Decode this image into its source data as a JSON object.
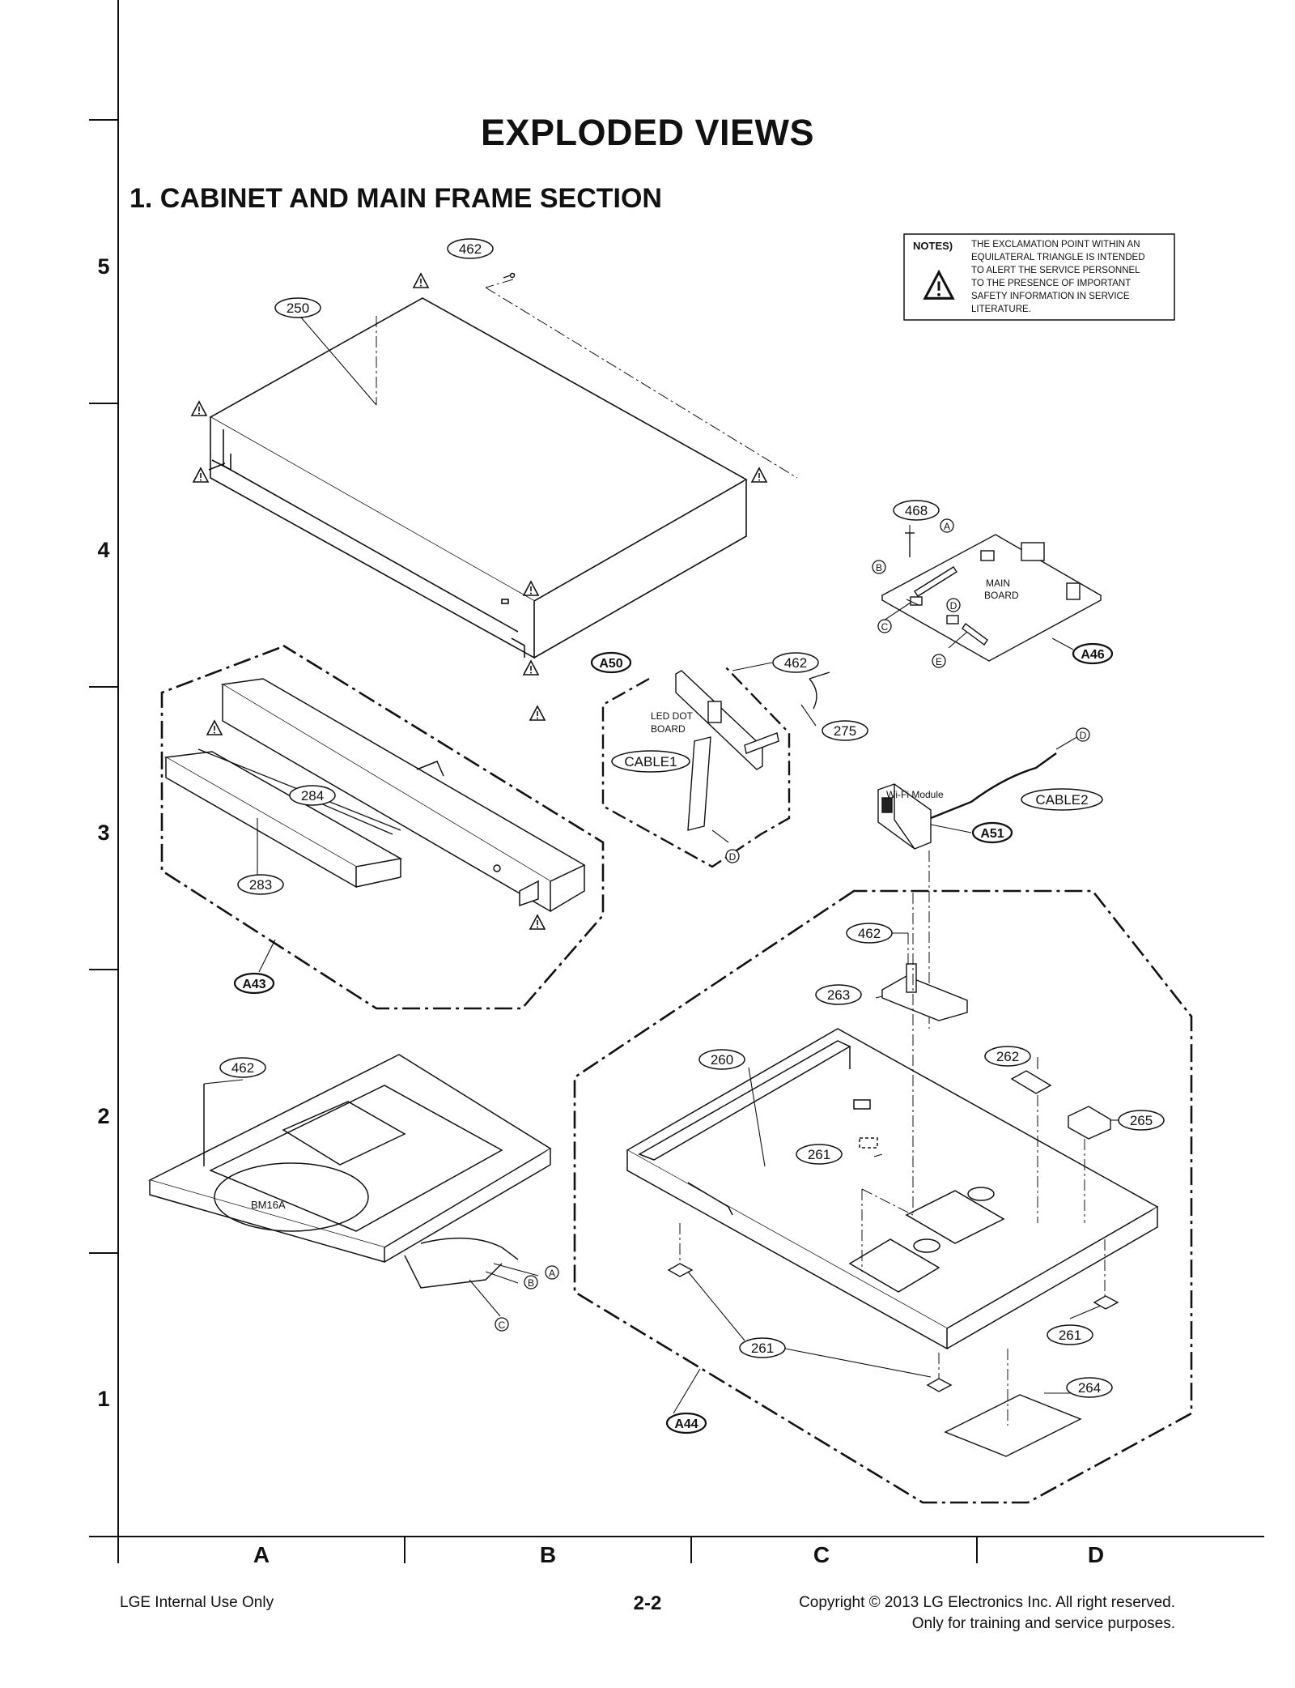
{
  "page": {
    "title": "EXPLODED VIEWS",
    "subtitle": "1. CABINET AND MAIN FRAME SECTION"
  },
  "notes": {
    "label": "NOTES)",
    "lines": [
      "THE EXCLAMATION POINT WITHIN AN",
      "EQUILATERAL TRIANGLE IS INTENDED",
      "TO ALERT THE SERVICE PERSONNEL",
      "TO THE PRESENCE OF IMPORTANT",
      "SAFETY INFORMATION IN SERVICE",
      "LITERATURE."
    ]
  },
  "grid": {
    "rows": [
      "5",
      "4",
      "3",
      "2",
      "1"
    ],
    "columns": [
      "A",
      "B",
      "C",
      "D"
    ]
  },
  "callouts": {
    "c462_top": "462",
    "c250": "250",
    "c468": "468",
    "c462_led": "462",
    "c275": "275",
    "cable1": "CABLE1",
    "cable2": "CABLE2",
    "c284": "284",
    "c283": "283",
    "c462_right": "462",
    "c263": "263",
    "c260": "260",
    "c262": "262",
    "c265": "265",
    "c261_a": "261",
    "c261_b": "261",
    "c261_c": "261",
    "c264": "264",
    "c462_left": "462"
  },
  "assemblies": {
    "a50": "A50",
    "a46": "A46",
    "a51": "A51",
    "a43": "A43",
    "a44": "A44"
  },
  "part_labels": {
    "main_board_1": "MAIN",
    "main_board_2": "BOARD",
    "led_board_1": "LED DOT",
    "led_board_2": "BOARD",
    "wifi": "Wi-Fi Module",
    "loader": "BM16A"
  },
  "connectors": {
    "a_main": "A",
    "b_main": "B",
    "c_main": "C",
    "d_main": "D",
    "e_main": "E",
    "d_cable2": "D",
    "d_cable1": "D",
    "a_loader": "A",
    "b_loader": "B",
    "c_loader": "C"
  },
  "footer": {
    "left": "LGE Internal Use Only",
    "center": "2-2",
    "right_line1": "Copyright © 2013 LG Electronics Inc. All right reserved.",
    "right_line2": "Only for training and service purposes."
  }
}
